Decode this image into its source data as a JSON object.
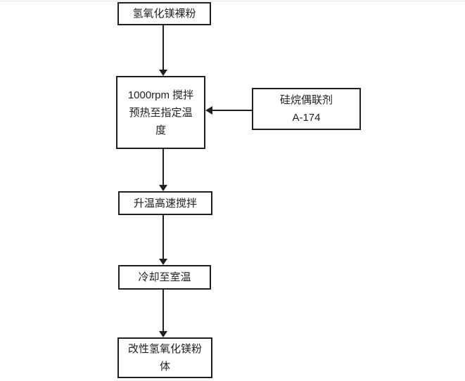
{
  "colors": {
    "line": "#1f1f1f",
    "background": "#ffffff"
  },
  "flowchart": {
    "nodes": {
      "bare_powder": "氢氧化镁裸粉",
      "stir_preheat": "1000rpm 搅拌\n预热至指定温\n度",
      "silane_agent": "硅烷偶联剂\nA-174",
      "heat_stir": "升温高速搅拌",
      "cool": "冷却至室温",
      "modified_powder": "改性氢氧化镁粉\n体"
    }
  }
}
